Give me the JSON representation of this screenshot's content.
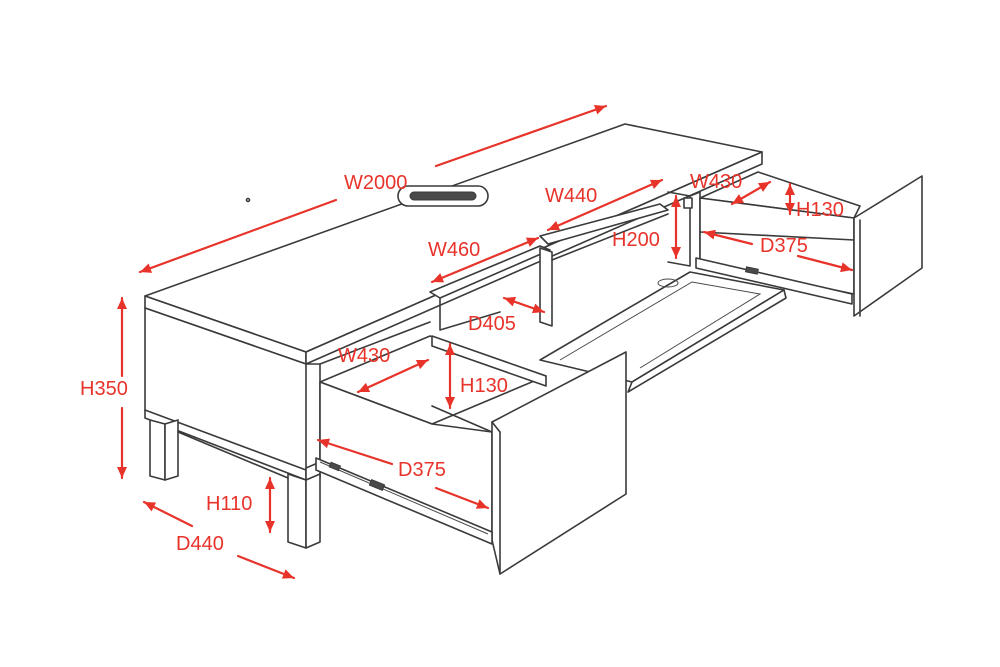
{
  "colors": {
    "dimension": "#e8332a",
    "outline": "#3a3a3a",
    "background": "#ffffff"
  },
  "dimensions": {
    "overall_width": "W2000",
    "overall_height": "H350",
    "overall_depth": "D440",
    "leg_height": "H110",
    "left_drawer_width": "W430",
    "left_drawer_height": "H130",
    "left_drawer_depth": "D375",
    "right_drawer_width": "W430",
    "right_drawer_height": "H130",
    "right_drawer_depth": "D375",
    "open_shelf_width": "W460",
    "open_shelf_depth": "D405",
    "flap_width": "W440",
    "flap_height": "H200"
  }
}
